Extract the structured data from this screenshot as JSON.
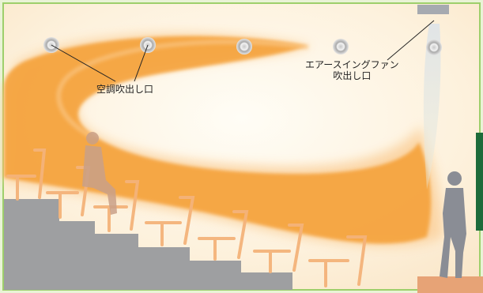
{
  "labels": {
    "air_outlet": "空調吹出し口",
    "swing_fan_line1": "エアースイングファン",
    "swing_fan_line2": "吹出し口"
  },
  "colors": {
    "border": "#9ecf6b",
    "background": "#fdf6e6",
    "airflow": "#f5a23a",
    "airflow_glow": "#fbd9a6",
    "stairs": "#9e9fa1",
    "seats": "#f4b37a",
    "silhouette": "#8a8d95",
    "wall_sign": "#1d6b3a",
    "stage_platform": "#e7a376"
  },
  "icons": {
    "ceiling_outlet": "ceiling-diffuser-icon",
    "swing_fan": "swing-fan-icon",
    "person": "person-silhouette-icon"
  }
}
